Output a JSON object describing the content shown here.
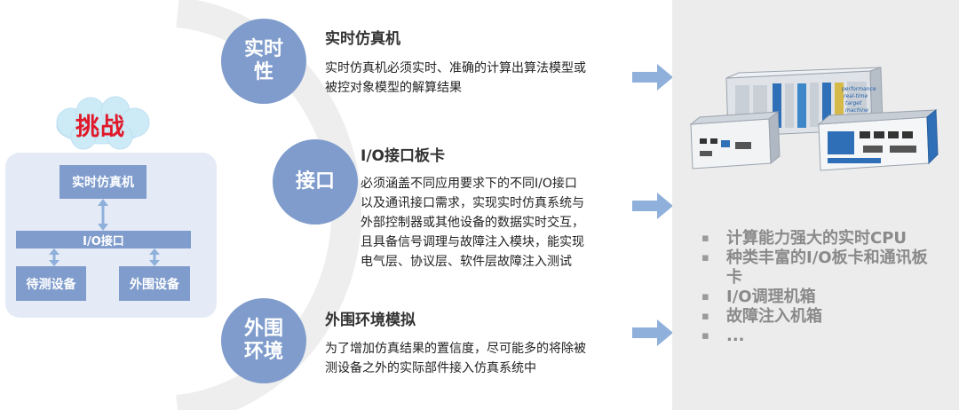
{
  "challenge": {
    "cloud_label": "挑战",
    "rt_machine": "实时仿真机",
    "io_interface": "I/O接口",
    "dut": "待测设备",
    "peripheral": "外围设备"
  },
  "sections": [
    {
      "circle": "实时性",
      "circle_line1": "实时",
      "circle_line2": "性",
      "title": "实时仿真机",
      "body_line1": "实时仿真机必须实时、准确的计算出算法模型或",
      "body_line2": "被控对象模型的解算结果"
    },
    {
      "circle": "接口",
      "title": "I/O接口板卡",
      "body_line1": "必须涵盖不同应用要求下的不同I/O接口",
      "body_line2": "以及通讯接口需求，实现实时仿真系统与",
      "body_line3": "外部控制器或其他设备的数据实时交互，",
      "body_line4": "且具备信号调理与故障注入模块，能实现",
      "body_line5": "电气层、协议层、软件层故障注入测试"
    },
    {
      "circle": "外围环境",
      "circle_line1": "外围",
      "circle_line2": "环境",
      "title": "外围环境模拟",
      "body_line1": "为了增加仿真结果的置信度，尽可能多的将除被",
      "body_line2": "测设备之外的实际部件接入仿真系统中"
    }
  ],
  "features": [
    "计算能力强大的实时CPU",
    "种类丰富的I/O板卡和通讯板卡",
    "I/O调理机箱",
    "故障注入机箱",
    "..."
  ],
  "device_labels": {
    "server_label": "performance real-time target machine"
  },
  "colors": {
    "accent": "#7f9ccc",
    "arrow": "#8fb0db",
    "challenge_text": "#e0192a",
    "panel_bg": "#e4ebf6",
    "right_panel_bg": "#ececec"
  }
}
